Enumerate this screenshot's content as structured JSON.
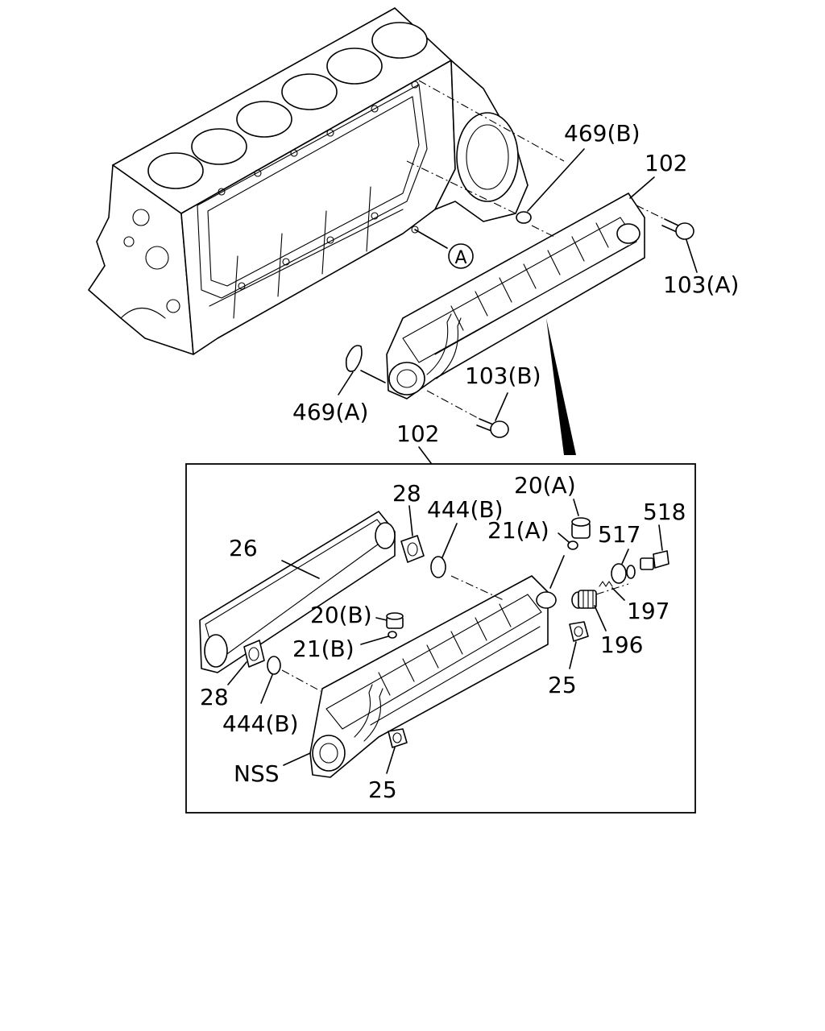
{
  "callouts": {
    "ref_a_circle": "A",
    "p469b": "469(B)",
    "p102_top": "102",
    "p103a": "103(A)",
    "p103b": "103(B)",
    "p469a": "469(A)",
    "p102_box": "102",
    "p28_top": "28",
    "p444b_top": "444(B)",
    "p20a": "20(A)",
    "p518": "518",
    "p21a": "21(A)",
    "p517": "517",
    "p26": "26",
    "p197": "197",
    "p20b": "20(B)",
    "p196": "196",
    "p21b": "21(B)",
    "p25_right": "25",
    "p28_bottom": "28",
    "p444b_bottom": "444(B)",
    "pnss": "NSS",
    "p25_bottom": "25"
  }
}
